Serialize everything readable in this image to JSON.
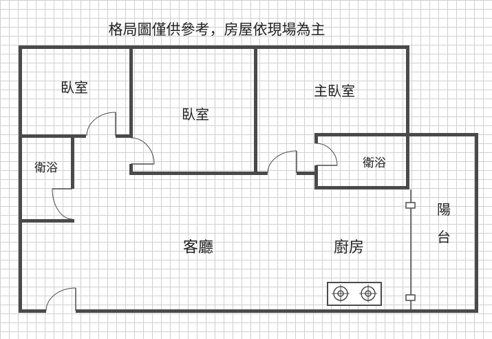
{
  "title": "格局圖僅供參考，房屋依現場為主",
  "rooms": {
    "bedroom_1": "臥室",
    "bedroom_2": "臥室",
    "master_bedroom": "主臥室",
    "bath_1": "衛浴",
    "bath_2": "衛浴",
    "balcony_line1": "陽",
    "balcony_line2": "台",
    "living_room": "客廳",
    "kitchen": "廚房"
  },
  "colors": {
    "wall": "#4a4a4a",
    "grid": "#d0d0d0",
    "text": "#222222",
    "background": "#ffffff"
  },
  "icons": {
    "stove": "gas-stove-icon",
    "door": "door-swing-icon"
  }
}
